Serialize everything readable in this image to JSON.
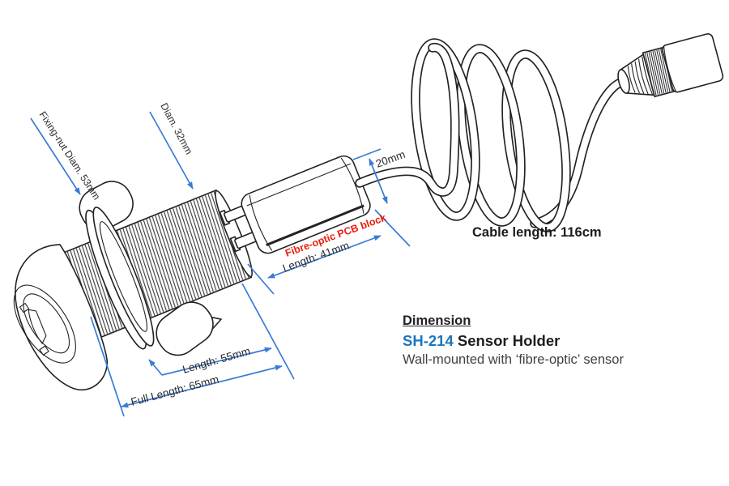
{
  "diagram": {
    "type": "technical-dimension-drawing",
    "labels": {
      "fixing_nut": "Fixing-nut Diam. 53mm",
      "diam": "Diam. 32mm",
      "block_width": "20mm",
      "pcb_block": "Fibre-optic PCB block",
      "block_length": "Length: 41mm",
      "cable_length": "Cable length: 116cm",
      "body_length": "Length: 55mm",
      "full_length": "Full Length: 65mm"
    },
    "info": {
      "heading": "Dimension",
      "model": "SH-214",
      "product": "Sensor Holder",
      "subtitle": "Wall-mounted with ‘fibre-optic’ sensor"
    },
    "colors": {
      "dimension_blue": "#3a7cd4",
      "label_red": "#ed1c0f",
      "model_blue": "#1b75bc",
      "line_art": "#222226"
    }
  }
}
